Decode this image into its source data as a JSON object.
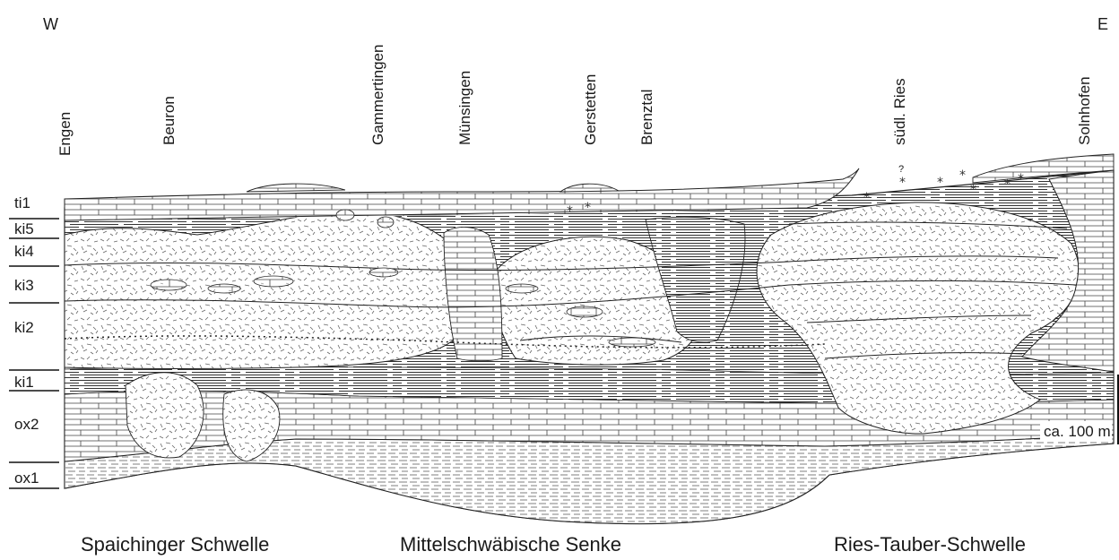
{
  "directions": {
    "west": "W",
    "east": "E"
  },
  "localities": [
    "Engen",
    "Beuron",
    "Gammertingen",
    "Münsingen",
    "Gerstetten",
    "Brenztal",
    "südl. Ries",
    "Solnhofen"
  ],
  "units": [
    "ti1",
    "ki5",
    "ki4",
    "ki3",
    "ki2",
    "ki1",
    "ox2",
    "ox1"
  ],
  "scale_bar": {
    "label": "ca. 100 m",
    "value_m": 100
  },
  "regions": [
    "Spaichinger Schwelle",
    "Mittelschwäbische Senke",
    "Ries-Tauber-Schwelle"
  ],
  "question_mark": "?"
}
